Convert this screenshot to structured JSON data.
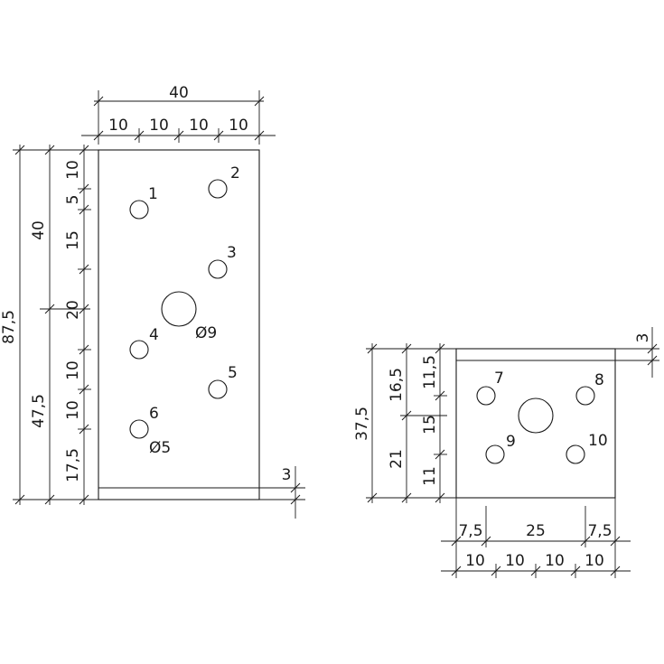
{
  "left_view": {
    "dims_top": {
      "overall": "40",
      "segments": [
        "10",
        "10",
        "10",
        "10"
      ]
    },
    "dims_left": {
      "overall": "87,5",
      "mid": [
        "40",
        "47,5"
      ],
      "inner": [
        "10",
        "5",
        "15",
        "20",
        "10",
        "10",
        "17,5"
      ]
    },
    "thickness": "3",
    "holes": [
      "1",
      "2",
      "3",
      "4",
      "5",
      "6"
    ],
    "big_hole_label": "Ø9",
    "small_hole_label": "Ø5"
  },
  "right_view": {
    "dims_left": {
      "overall": "37,5",
      "mid": [
        "16,5",
        "21"
      ],
      "inner": [
        "11,5",
        "15",
        "11"
      ]
    },
    "thickness": "3",
    "dims_bottom": {
      "row1": [
        "7,5",
        "25",
        "7,5"
      ],
      "row2": [
        "10",
        "10",
        "10",
        "10"
      ]
    },
    "holes": [
      "7",
      "8",
      "9",
      "10"
    ]
  }
}
